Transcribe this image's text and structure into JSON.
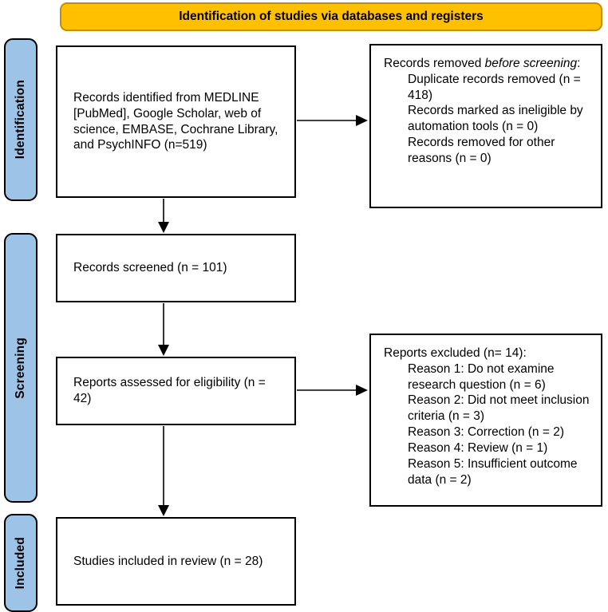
{
  "banner": {
    "title": "Identification of studies via databases and registers"
  },
  "stages": [
    {
      "label": "Identification"
    },
    {
      "label": "Screening"
    },
    {
      "label": "Included"
    }
  ],
  "colors": {
    "banner_bg": "#FFC000",
    "banner_border": "#BF8F00",
    "stage_bg": "#9DC3E6",
    "line": "#000000"
  },
  "boxes": {
    "identified": {
      "text": "Records identified from MEDLINE [PubMed], Google Scholar, web of science, EMBASE, Cochrane Library, and PsychINFO (n=519)"
    },
    "removed": {
      "intro_plain": "Records removed ",
      "intro_italic": "before screening",
      "intro_suffix": ":",
      "items": [
        "Duplicate records removed (n = 418)",
        "Records marked as ineligible by automation tools (n = 0)",
        "Records removed for other reasons (n = 0)"
      ]
    },
    "screened": {
      "text": "Records screened (n = 101)"
    },
    "assessed": {
      "text": "Reports assessed for eligibility (n = 42)"
    },
    "excluded": {
      "intro": "Reports excluded (n= 14):",
      "items": [
        "Reason 1: Do not examine research question (n = 6)",
        "Reason 2: Did not meet inclusion criteria (n = 3)",
        "Reason 3: Correction (n = 2)",
        "Reason 4: Review (n = 1)",
        "Reason 5: Insufficient outcome data (n = 2)"
      ]
    },
    "included": {
      "text": "Studies included in review (n = 28)"
    }
  }
}
